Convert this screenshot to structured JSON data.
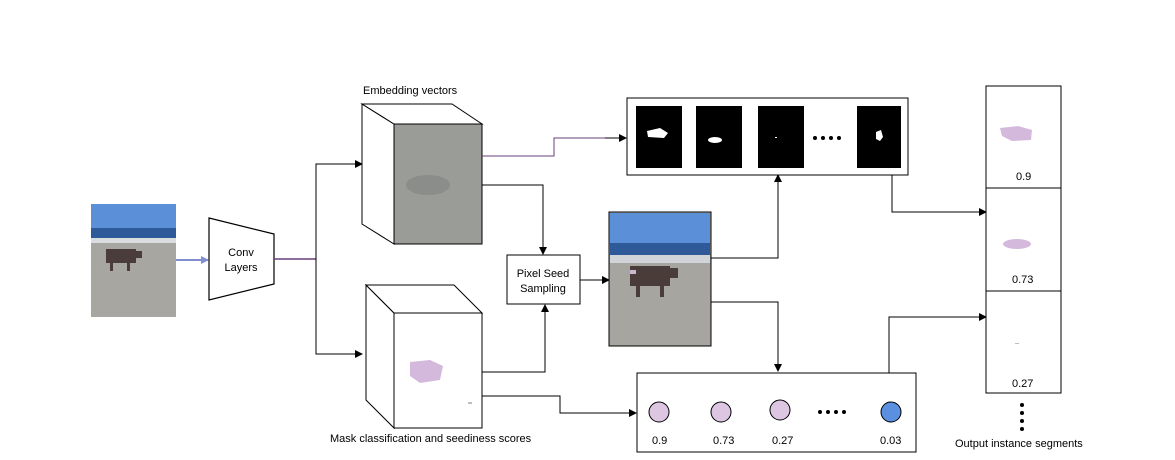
{
  "labels": {
    "conv": [
      "Conv",
      "Layers"
    ],
    "embedding": "Embedding vectors",
    "mask_scores": "Mask classification and seediness scores",
    "sampler": [
      "Pixel Seed",
      "Sampling"
    ],
    "output": "Output instance segments"
  },
  "seed_scores": [
    "0.9",
    "0.73",
    "0.27",
    "0.03"
  ],
  "output_scores": [
    "0.9",
    "0.73",
    "0.27"
  ],
  "colors": {
    "sky": "#5b8fd8",
    "sea": "#2f5a9a",
    "sand": "#a8a6a0",
    "cow": "#4a3c38",
    "mask_purple": "#d4b9dd",
    "seed_fill": "#dcc6e2",
    "seed_low": "#5b8fe0",
    "arrow_blue": "#7f8fd0",
    "arrow_purple": "#6a3f7a"
  },
  "icons": [
    "ellipsis-icon",
    "vertical-dots-icon"
  ]
}
